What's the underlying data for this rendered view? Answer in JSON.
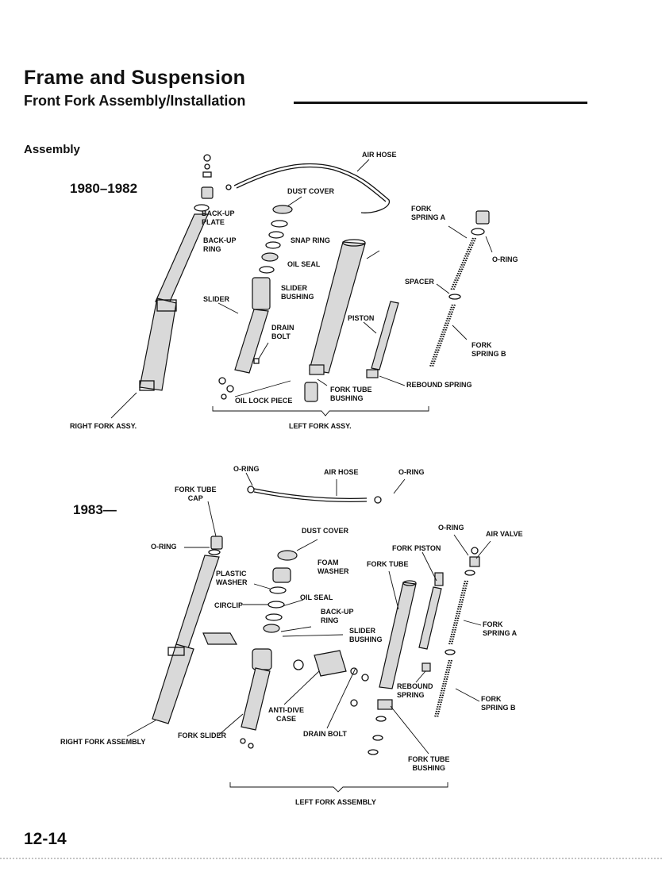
{
  "header": {
    "title": "Frame and Suspension",
    "subtitle": "Front Fork Assembly/Installation"
  },
  "section": {
    "heading": "Assembly"
  },
  "diagram_1980": {
    "year_label": "1980–1982",
    "labels": {
      "air_hose": "AIR HOSE",
      "dust_cover": "DUST COVER",
      "fork_spring_a": "FORK\nSPRING A",
      "back_up_plate": "BACK-UP\nPLATE",
      "snap_ring": "SNAP RING",
      "back_up_ring": "BACK-UP\nRING",
      "oil_seal": "OIL SEAL",
      "o_ring": "O-RING",
      "spacer": "SPACER",
      "slider_bushing": "SLIDER\nBUSHING",
      "slider": "SLIDER",
      "piston": "PISTON",
      "drain_bolt": "DRAIN\nBOLT",
      "fork_spring_b": "FORK\nSPRING B",
      "rebound_spring": "REBOUND SPRING",
      "fork_tube_bushing": "FORK TUBE\nBUSHING",
      "oil_lock_piece": "OIL LOCK PIECE",
      "right_fork_assy": "RIGHT FORK ASSY.",
      "left_fork_assy": "LEFT FORK ASSY."
    }
  },
  "diagram_1983": {
    "year_label": "1983—",
    "labels": {
      "o_ring_left": "O-RING",
      "air_hose": "AIR HOSE",
      "o_ring_right": "O-RING",
      "fork_tube_cap": "FORK TUBE\nCAP",
      "dust_cover": "DUST COVER",
      "o_ring_valve": "O-RING",
      "air_valve": "AIR VALVE",
      "o_ring_cap": "O-RING",
      "fork_piston": "FORK PISTON",
      "foam_washer": "FOAM\nWASHER",
      "fork_tube": "FORK TUBE",
      "plastic_washer": "PLASTIC\nWASHER",
      "oil_seal": "OIL SEAL",
      "circlip": "CIRCLIP",
      "back_up_ring": "BACK-UP\nRING",
      "fork_spring_a": "FORK\nSPRING A",
      "slider_bushing": "SLIDER\nBUSHING",
      "rebound_spring": "REBOUND\nSPRING",
      "fork_spring_b": "FORK\nSPRING B",
      "anti_dive_case": "ANTI-DIVE\nCASE",
      "drain_bolt": "DRAIN BOLT",
      "right_fork_assembly": "RIGHT FORK ASSEMBLY",
      "fork_slider": "FORK SLIDER",
      "fork_tube_bushing": "FORK TUBE\nBUSHING",
      "left_fork_assembly": "LEFT FORK ASSEMBLY"
    }
  },
  "footer": {
    "page_number": "12-14"
  }
}
